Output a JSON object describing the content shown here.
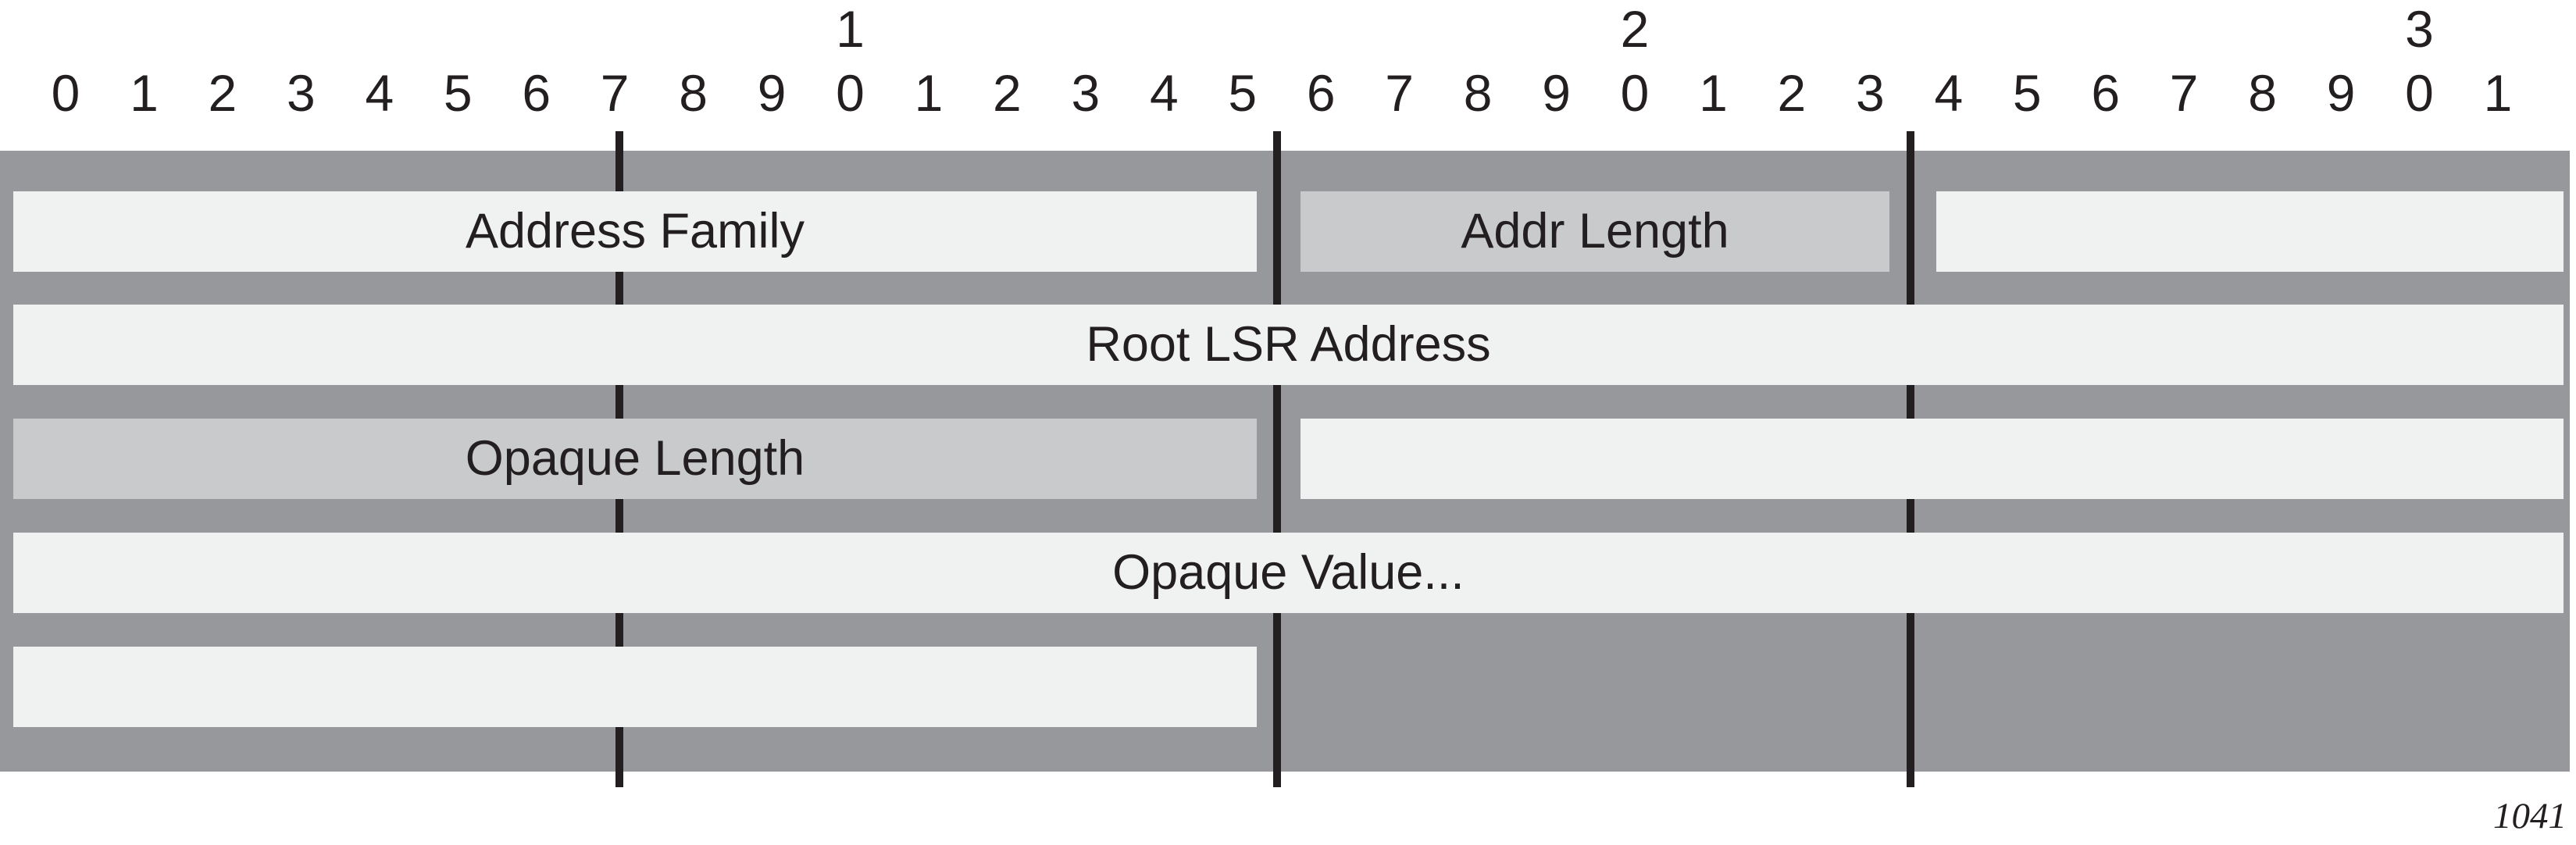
{
  "figure": {
    "type": "packet-field-diagram",
    "caption_number": "1041",
    "colors": {
      "panel_gray": "#97989b",
      "field_light": "#f0f1f1",
      "field_shaded": "#c9cacc",
      "ink": "#231f20"
    },
    "ruler": {
      "bit_digit_labels": [
        "0",
        "1",
        "2",
        "3",
        "4",
        "5",
        "6",
        "7",
        "8",
        "9",
        "0",
        "1",
        "2",
        "3",
        "4",
        "5",
        "6",
        "7",
        "8",
        "9",
        "0",
        "1",
        "2",
        "3",
        "4",
        "5",
        "6",
        "7",
        "8",
        "9",
        "0",
        "1"
      ],
      "tens_markers": [
        {
          "label": "1",
          "above_bit": 10
        },
        {
          "label": "2",
          "above_bit": 20
        },
        {
          "label": "3",
          "above_bit": 30
        }
      ]
    },
    "separator_lines_after_bits": [
      8,
      16,
      24
    ],
    "rows": [
      {
        "fields": [
          {
            "label": "Address Family",
            "bit_start": 0,
            "bit_end": 15,
            "shaded": false
          },
          {
            "label": "Addr Length",
            "bit_start": 16,
            "bit_end": 23,
            "shaded": true
          },
          {
            "label": "",
            "bit_start": 24,
            "bit_end": 31,
            "shaded": false
          }
        ]
      },
      {
        "fields": [
          {
            "label": "Root LSR Address",
            "bit_start": 0,
            "bit_end": 31,
            "shaded": false
          }
        ]
      },
      {
        "fields": [
          {
            "label": "Opaque Length",
            "bit_start": 0,
            "bit_end": 15,
            "shaded": true
          },
          {
            "label": "",
            "bit_start": 16,
            "bit_end": 31,
            "shaded": false
          }
        ]
      },
      {
        "fields": [
          {
            "label": "Opaque Value...",
            "bit_start": 0,
            "bit_end": 31,
            "shaded": false
          }
        ]
      },
      {
        "fields": [
          {
            "label": "",
            "bit_start": 0,
            "bit_end": 15,
            "shaded": false
          }
        ]
      }
    ]
  }
}
